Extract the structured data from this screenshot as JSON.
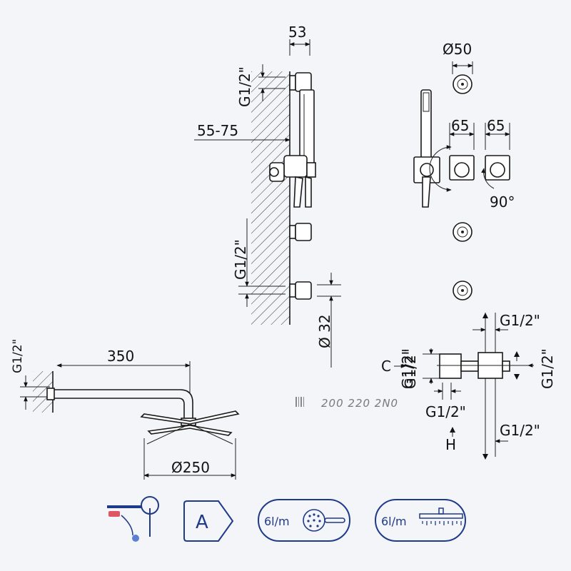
{
  "dimensions": {
    "wall_offset": "53",
    "diameter_outlet": "Ø50",
    "outlet_thread_top": "G1/2\"",
    "wall_depth_range": "55-75",
    "mixer_plate_a": "65",
    "mixer_plate_b": "65",
    "rotation_angle": "90°",
    "outlet_thread_mid": "G1/2\"",
    "jet_spacing": "32",
    "jet_diameter_symbol": "Ø",
    "arm_thread": "G1/2\"",
    "arm_length": "350",
    "head_diameter": "Ø250",
    "schema_top_thread": "G1/2\"",
    "schema_c_label": "C",
    "schema_left_thread": "G1/2\"",
    "schema_left_thread_2": "G1/2\"",
    "schema_right_thread": "G1/2\"",
    "schema_bottom_thread": "G1/2\"",
    "schema_h_label": "H",
    "schema_right_bottom_thread": "G1/2\""
  },
  "product_code": "200 220 2N0",
  "badges": {
    "energy_class": "A",
    "handshower_flow": "6l/m",
    "headshower_flow": "6l/m"
  },
  "colors": {
    "badge_blue": "#1f3a8a",
    "hot_red": "#e05563",
    "cold_blue": "#5b7fd6"
  }
}
